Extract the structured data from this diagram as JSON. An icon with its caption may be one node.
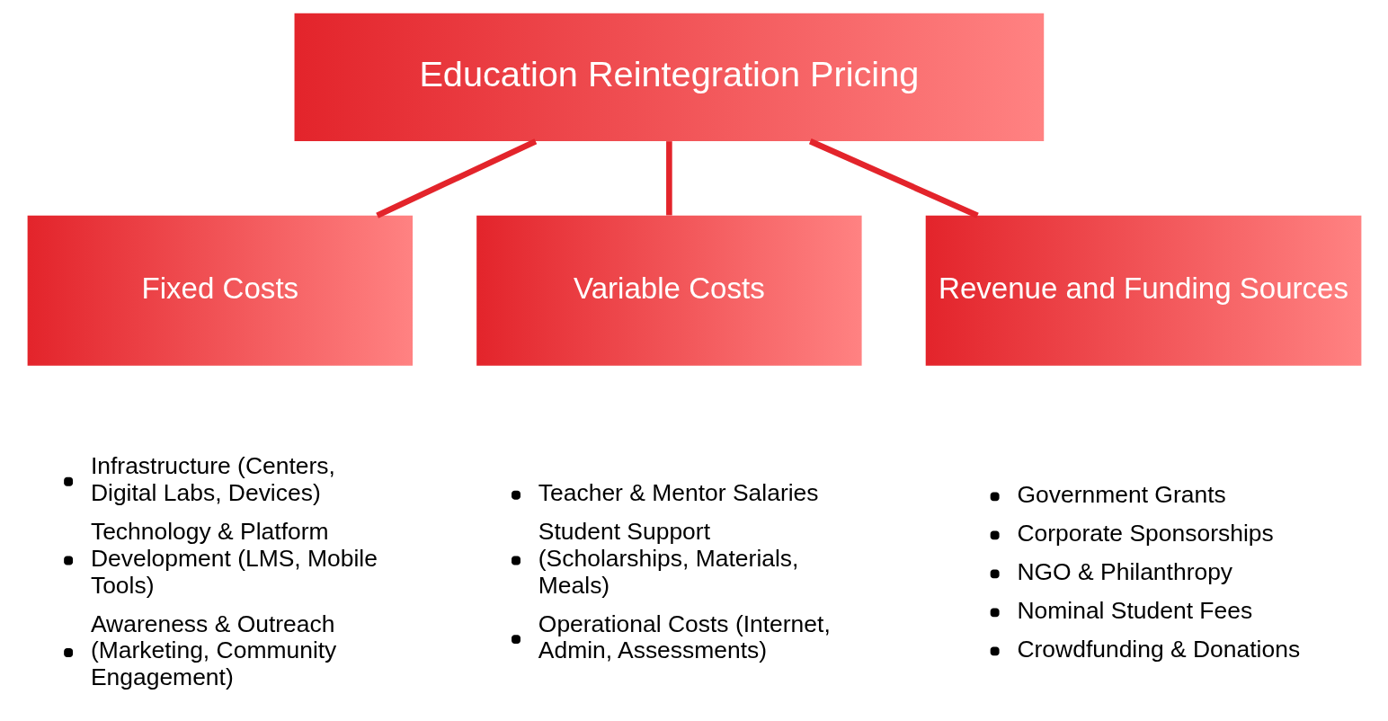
{
  "diagram": {
    "nodes": [
      {
        "text": [
          "Education Reintegration Pricing"
        ]
      },
      {
        "text": [
          "Fixed Costs"
        ],
        "beside": [
          "Infrastructure (Centers, Digital Labs, Devices)",
          "Technology & Platform Development (LMS, Mobile Tools)",
          "Awareness & Outreach (Marketing, Community Engagement)"
        ]
      },
      {
        "text": [
          "Variable Costs"
        ],
        "beside": [
          "Teacher & Mentor Salaries",
          "Student Support (Scholarships, Materials, Meals)",
          "Operational Costs (Internet, Admin, Assessments)"
        ]
      },
      {
        "text": [
          "Revenue and Funding Sources"
        ],
        "beside": [
          "Government Grants",
          "Corporate Sponsorships",
          "NGO & Philanthropy",
          "Nominal Student Fees",
          "Crowdfunding & Donations"
        ]
      }
    ],
    "edges": [
      {
        "from": 0,
        "to": 1,
        "arrow": "none"
      },
      {
        "from": 0,
        "to": 2,
        "arrow": "none"
      },
      {
        "from": 0,
        "to": 3,
        "arrow": "none"
      }
    ]
  }
}
